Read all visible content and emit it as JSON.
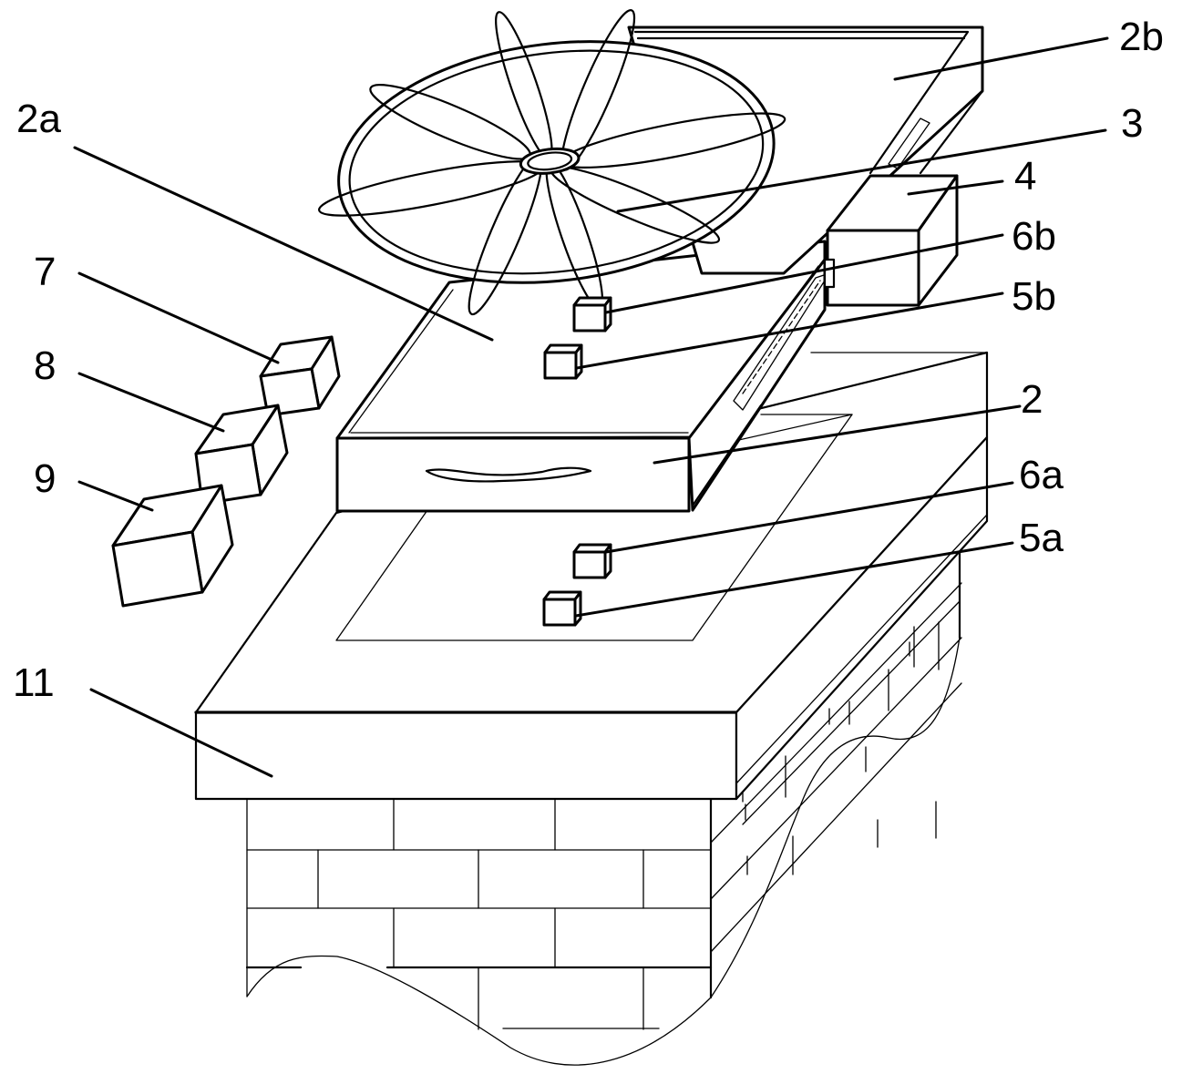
{
  "figure": {
    "title": "Chimney-top fan ventilation device (patent drawing)",
    "colors": {
      "stroke": "#000000",
      "background": "#ffffff"
    }
  },
  "labels": {
    "l2b": "2b",
    "l2a": "2a",
    "l3": "3",
    "l4": "4",
    "l6b": "6b",
    "l5b": "5b",
    "l7": "7",
    "l8": "8",
    "l9": "9",
    "l2": "2",
    "l6a": "6a",
    "l5a": "5a",
    "l11": "11"
  },
  "components": [
    {
      "ref": "2",
      "part": "drawer housing (front face with handle)"
    },
    {
      "ref": "2a",
      "part": "drawer top panel"
    },
    {
      "ref": "2b",
      "part": "rear housing section"
    },
    {
      "ref": "3",
      "part": "fan impeller with 8 blades"
    },
    {
      "ref": "4",
      "part": "motor box"
    },
    {
      "ref": "5a",
      "part": "lower sensor block"
    },
    {
      "ref": "5b",
      "part": "upper sensor block"
    },
    {
      "ref": "6a",
      "part": "lower sensor block"
    },
    {
      "ref": "6b",
      "part": "upper sensor block"
    },
    {
      "ref": "7",
      "part": "module box"
    },
    {
      "ref": "8",
      "part": "module box"
    },
    {
      "ref": "9",
      "part": "module box"
    },
    {
      "ref": "11",
      "part": "chimney cap slab on brick stack"
    }
  ]
}
